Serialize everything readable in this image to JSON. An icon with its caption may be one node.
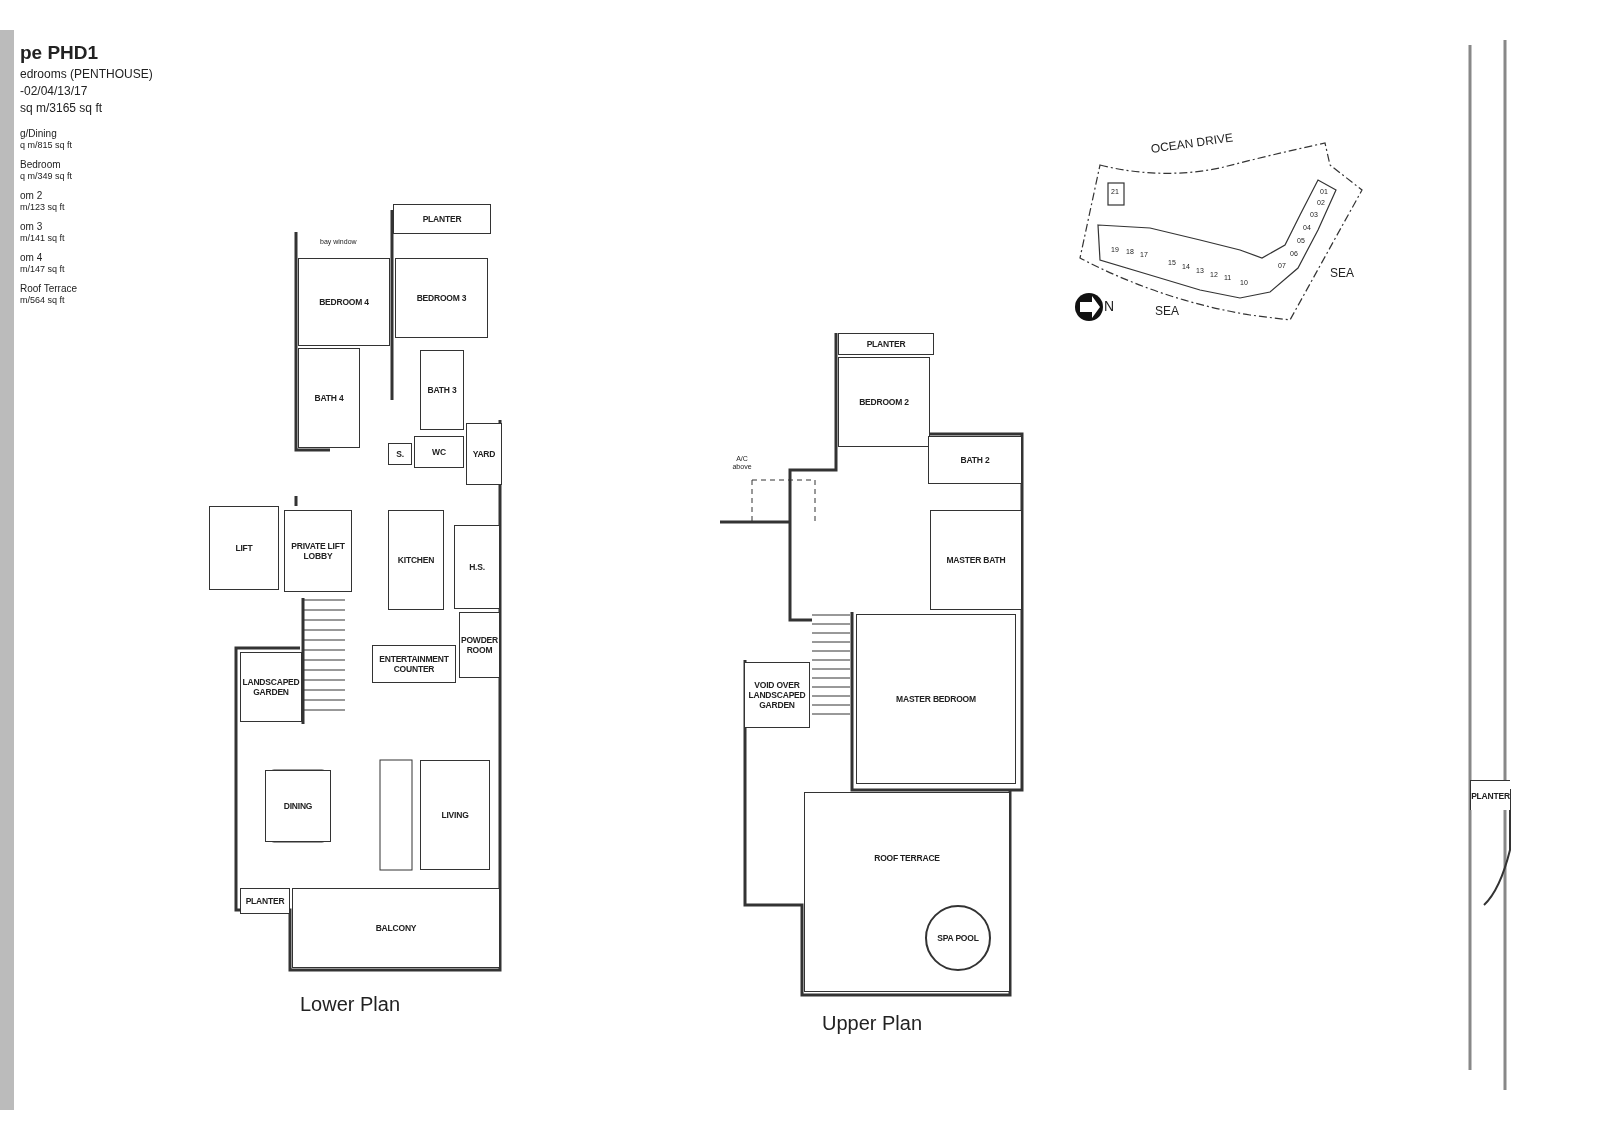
{
  "diagram": {
    "nodes": [
      {
        "text": [
          "PLANTER"
        ]
      },
      {
        "text": [
          "BEDROOM 4"
        ]
      },
      {
        "text": [
          "BEDROOM 3"
        ]
      },
      {
        "text": [
          "BATH 4"
        ]
      },
      {
        "text": [
          "BATH 3"
        ]
      },
      {
        "text": [
          "S."
        ]
      },
      {
        "text": [
          "WC"
        ]
      },
      {
        "text": [
          "YARD"
        ]
      },
      {
        "text": [
          "LIFT"
        ]
      },
      {
        "text": [
          "PRIVATE LIFT LOBBY"
        ]
      },
      {
        "text": [
          "KITCHEN"
        ]
      },
      {
        "text": [
          "H.S."
        ]
      },
      {
        "text": [
          "POWDER ROOM"
        ]
      },
      {
        "text": [
          "ENTERTAINMENT COUNTER"
        ]
      },
      {
        "text": [
          "LANDSCAPED GARDEN"
        ]
      },
      {
        "text": [
          "DINING"
        ]
      },
      {
        "text": [
          "LIVING"
        ]
      },
      {
        "text": [
          "PLANTER"
        ]
      },
      {
        "text": [
          "BALCONY"
        ]
      },
      {
        "text": [
          "PLANTER"
        ]
      },
      {
        "text": [
          "BEDROOM 2"
        ]
      },
      {
        "text": [
          "BATH 2"
        ]
      },
      {
        "text": [
          "MASTER BATH"
        ]
      },
      {
        "text": [
          "VOID OVER LANDSCAPED GARDEN"
        ]
      },
      {
        "text": [
          "MASTER BEDROOM"
        ]
      },
      {
        "text": [
          "ROOF TERRACE"
        ]
      },
      {
        "text": [
          "SPA POOL"
        ],
        "in": 25
      },
      {
        "text": [
          "PLANTER"
        ]
      }
    ],
    "labels": [
      "pe PHD1",
      "edrooms (PENTHOUSE)",
      "-02/04/13/17",
      "sq m/3165 sq ft",
      "g/Dining",
      "q m/815 sq ft",
      "Bedroom",
      "q m/349 sq ft",
      "om 2",
      "m/123 sq ft",
      "om 3",
      "m/141 sq ft",
      "om 4",
      "m/147 sq ft",
      "Roof Terrace",
      "m/564 sq ft",
      "OCEAN DRIVE",
      "21",
      "19",
      "18",
      "17",
      "15",
      "14",
      "13",
      "12",
      "11",
      "10",
      "07",
      "06",
      "05",
      "04",
      "03",
      "02",
      "01",
      "SEA",
      "N",
      "SEA",
      "bay window",
      "A/C above",
      "Lower Plan",
      "Upper Plan"
    ]
  }
}
